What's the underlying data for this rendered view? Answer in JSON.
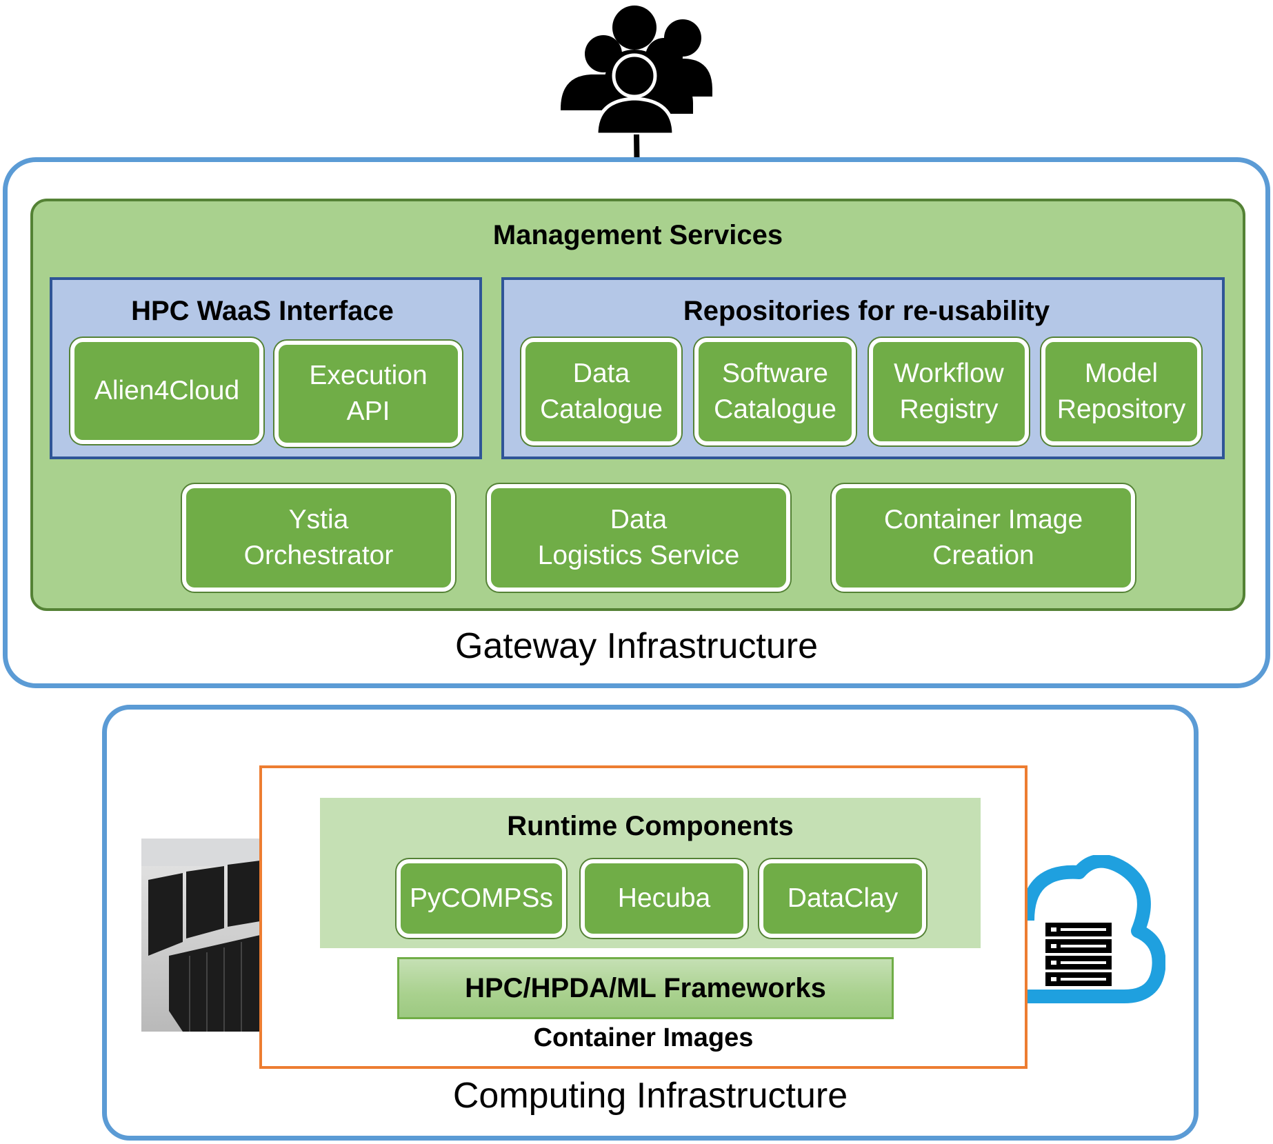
{
  "gateway": {
    "label": "Gateway Infrastructure",
    "management": {
      "title": "Management Services",
      "hpc_waas": {
        "title": "HPC WaaS Interface",
        "items": [
          "Alien4Cloud",
          "Execution\nAPI"
        ]
      },
      "repositories": {
        "title": "Repositories for re-usability",
        "items": [
          "Data\nCatalogue",
          "Software\nCatalogue",
          "Workflow\nRegistry",
          "Model\nRepository"
        ]
      },
      "services": [
        "Ystia\nOrchestrator",
        "Data\nLogistics Service",
        "Container Image\nCreation"
      ]
    }
  },
  "computing": {
    "label": "Computing Infrastructure",
    "container_images_label": "Container Images",
    "runtime": {
      "title": "Runtime Components",
      "items": [
        "PyCOMPSs",
        "Hecuba",
        "DataClay"
      ]
    },
    "frameworks_label": "HPC/HPDA/ML Frameworks"
  },
  "icons": {
    "users": "users-group-icon",
    "arrow": "arrow-down-icon",
    "datacenter": "datacenter-photo",
    "cloud": "cloud-server-icon"
  },
  "colors": {
    "outer_border": "#5b9bd5",
    "management_bg": "#a9d18e",
    "management_border": "#548235",
    "blue_box_bg": "#b4c7e7",
    "blue_box_border": "#2f5597",
    "component_bg": "#70ad47",
    "runtime_bg": "#c5e0b4",
    "container_border": "#ed7d31",
    "cloud": "#1fa0df"
  }
}
